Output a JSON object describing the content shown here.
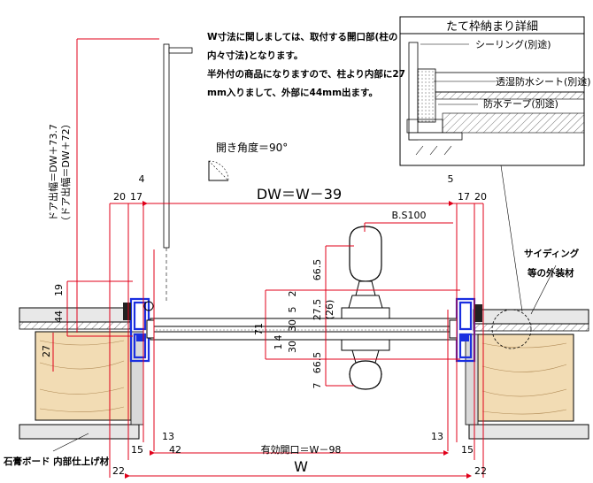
{
  "notes": {
    "line1": "W寸法に関しましては、取付する開口部(柱の",
    "line2": "内々寸法)となります。",
    "line3": "半外付の商品になりますので、柱より内部に27",
    "line4": "mm入りまして、外部に44mm出ます。"
  },
  "opening_angle": "開き角度＝90°",
  "detail": {
    "title": "たて枠納まり詳細",
    "sealing": "シーリング(別途)",
    "sheet": "透湿防水シート(別途)",
    "tape": "防水テープ(別途)"
  },
  "vertical_labels": {
    "door_width": "ドア出幅＝DW＋73.7",
    "door_width_alt": "（ドア出幅＝DW＋72）"
  },
  "top_dims": {
    "dw": "DW＝W－39",
    "left_20": "20",
    "left_17": "17",
    "left_4": "4",
    "right_5": "5",
    "right_17": "17",
    "right_20": "20",
    "bs": "B.S100"
  },
  "left_dims": {
    "d19": "19",
    "d44": "44",
    "d27": "27"
  },
  "handle_dims": {
    "d66a": "66.5",
    "d2": "2",
    "d5": "5",
    "d27_5": "27.5",
    "d26": "(26)",
    "d30a": "30",
    "d71": "71",
    "d4": "4",
    "d1": "1",
    "d30b": "30",
    "d66b": "66.5",
    "d7": "7"
  },
  "bottom_dims": {
    "d13_left": "13",
    "d13_right": "13",
    "d15_left": "15",
    "d15_right": "15",
    "d42": "42",
    "effective": "有効開口＝W－98",
    "w": "W",
    "d22_left": "22",
    "d22_right": "22"
  },
  "side_labels": {
    "siding1": "サイディング",
    "siding2": "等の外装材",
    "board": "石膏ボード  内部仕上げ材"
  },
  "colors": {
    "dimension": "#e0001a",
    "frame": "#1a2fe0",
    "wood": "#f2dcb4",
    "ink": "#000000"
  }
}
